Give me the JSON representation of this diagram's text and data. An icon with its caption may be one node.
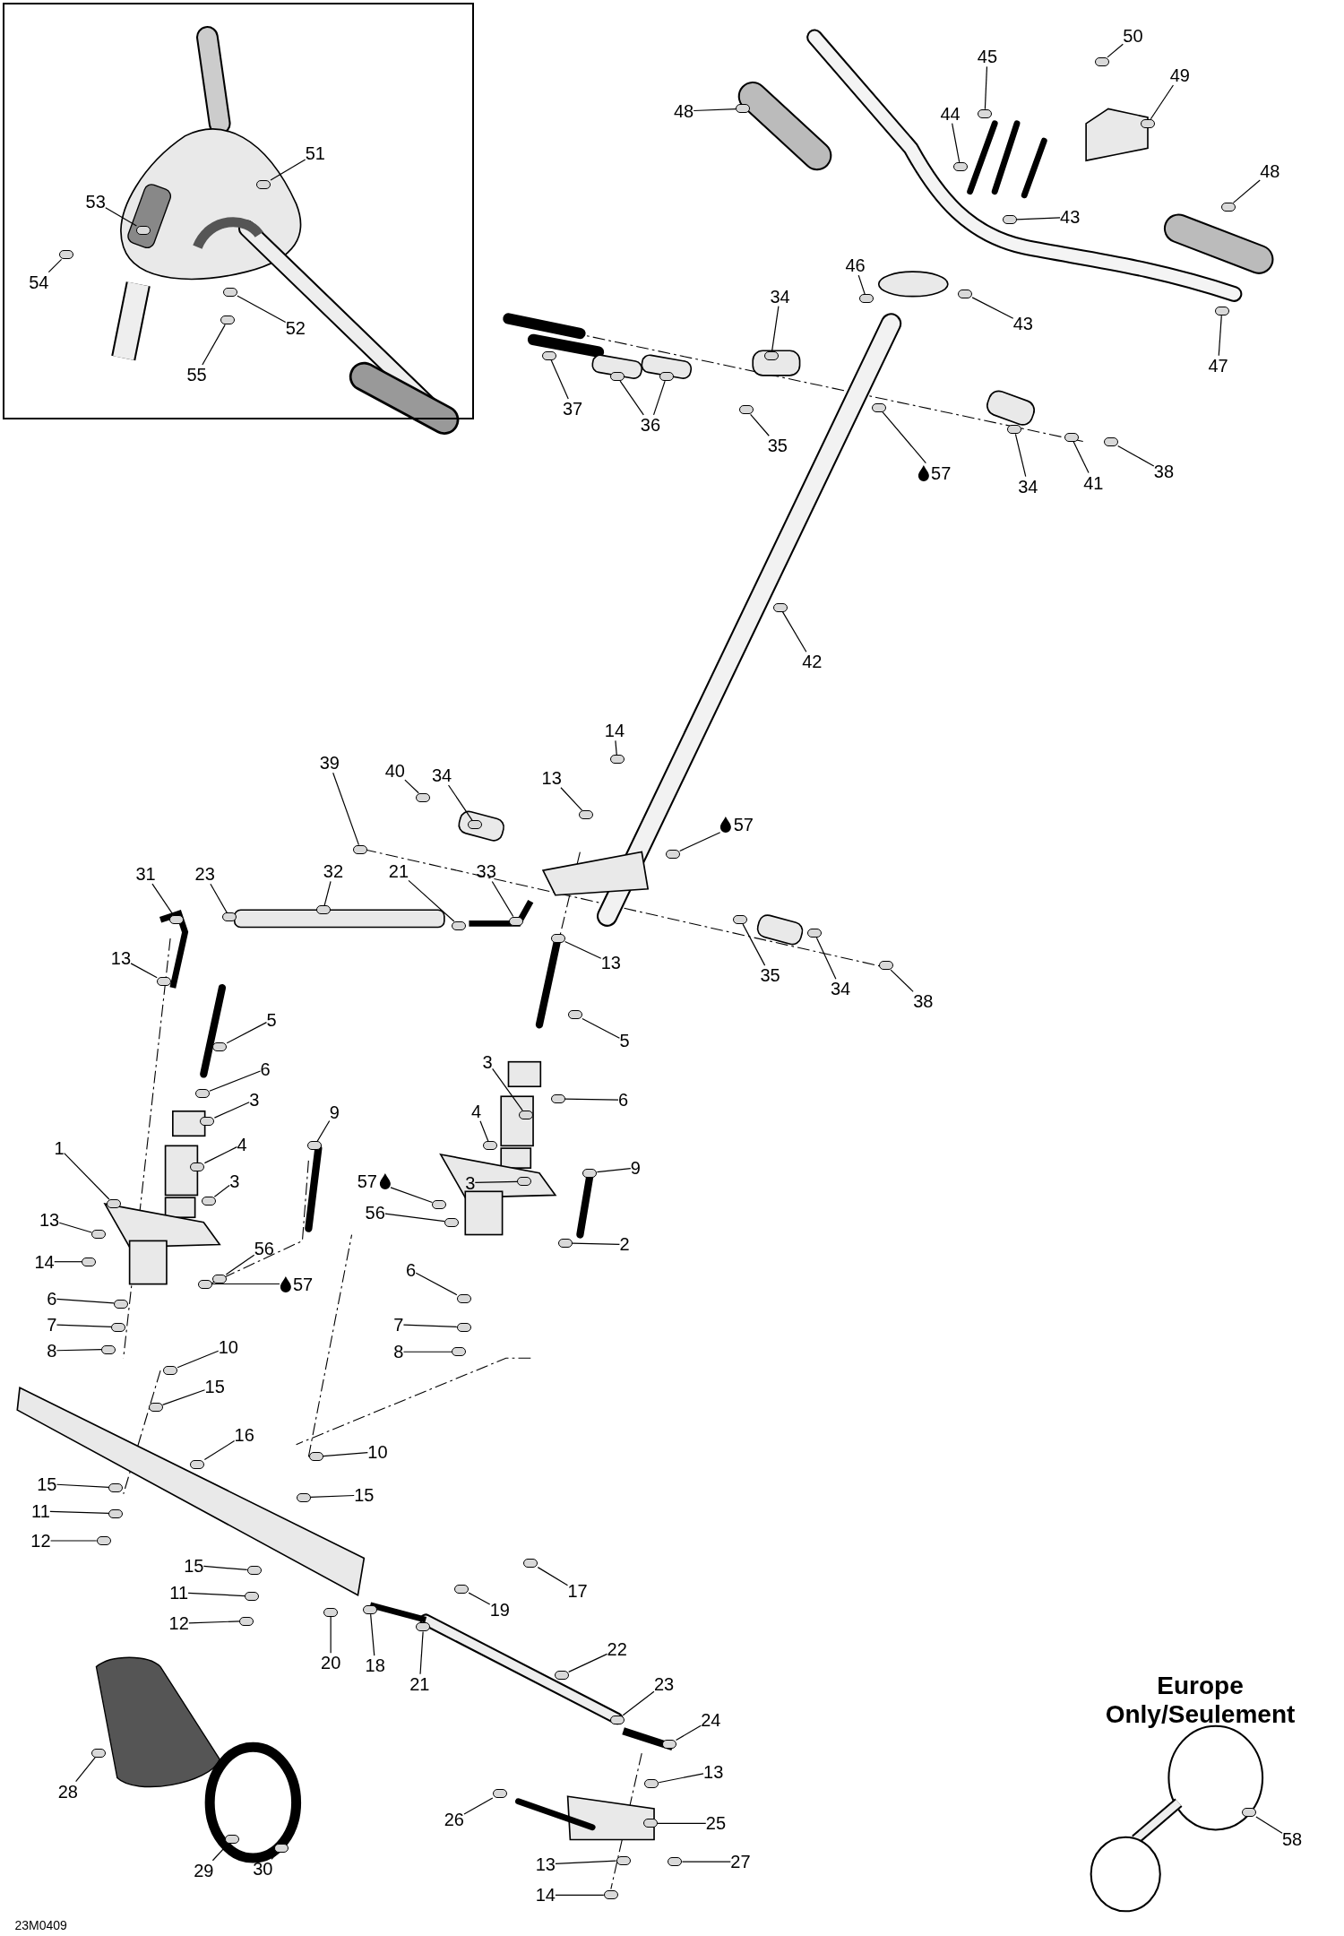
{
  "diagram": {
    "nodes": [
      {
        "text": [],
        "shape": "box"
      },
      {
        "text": [
          "51"
        ],
        "in": 0
      },
      {
        "text": [
          "53"
        ],
        "in": 0
      },
      {
        "text": [
          "54"
        ],
        "in": 0
      },
      {
        "text": [
          "52"
        ],
        "in": 0
      },
      {
        "text": [
          "55"
        ],
        "in": 0
      },
      {
        "text": [
          "50"
        ]
      },
      {
        "text": [
          "49"
        ]
      },
      {
        "text": [
          "45"
        ]
      },
      {
        "text": [
          "48"
        ]
      },
      {
        "text": [
          "44"
        ]
      },
      {
        "text": [
          "48"
        ]
      },
      {
        "text": [
          "43"
        ]
      },
      {
        "text": [
          "46"
        ]
      },
      {
        "text": [
          "43"
        ]
      },
      {
        "text": [
          "47"
        ]
      },
      {
        "text": [
          "34"
        ]
      },
      {
        "text": [
          "37"
        ]
      },
      {
        "text": [
          "36"
        ]
      },
      {
        "text": [
          "35"
        ]
      },
      {
        "text": [
          "57"
        ]
      },
      {
        "text": [
          "34"
        ]
      },
      {
        "text": [
          "41"
        ]
      },
      {
        "text": [
          "38"
        ]
      },
      {
        "text": [
          "42"
        ]
      },
      {
        "text": [
          "14"
        ]
      },
      {
        "text": [
          "13"
        ]
      },
      {
        "text": [
          "57"
        ]
      },
      {
        "text": [
          "39"
        ]
      },
      {
        "text": [
          "40"
        ]
      },
      {
        "text": [
          "34"
        ]
      },
      {
        "text": [
          "31"
        ]
      },
      {
        "text": [
          "23"
        ]
      },
      {
        "text": [
          "32"
        ]
      },
      {
        "text": [
          "21"
        ]
      },
      {
        "text": [
          "33"
        ]
      },
      {
        "text": [
          "13"
        ]
      },
      {
        "text": [
          "35"
        ]
      },
      {
        "text": [
          "34"
        ]
      },
      {
        "text": [
          "38"
        ]
      },
      {
        "text": [
          "13"
        ]
      },
      {
        "text": [
          "5"
        ]
      },
      {
        "text": [
          "5"
        ]
      },
      {
        "text": [
          "6"
        ]
      },
      {
        "text": [
          "3"
        ]
      },
      {
        "text": [
          "3"
        ]
      },
      {
        "text": [
          "6"
        ]
      },
      {
        "text": [
          "4"
        ]
      },
      {
        "text": [
          "9"
        ]
      },
      {
        "text": [
          "4"
        ]
      },
      {
        "text": [
          "57"
        ]
      },
      {
        "text": [
          "3"
        ]
      },
      {
        "text": [
          "9"
        ]
      },
      {
        "text": [
          "1"
        ]
      },
      {
        "text": [
          "56"
        ]
      },
      {
        "text": [
          "3"
        ]
      },
      {
        "text": [
          "13"
        ]
      },
      {
        "text": [
          "56"
        ]
      },
      {
        "text": [
          "57"
        ]
      },
      {
        "text": [
          "2"
        ]
      },
      {
        "text": [
          "14"
        ]
      },
      {
        "text": [
          "6"
        ]
      },
      {
        "text": [
          "6"
        ]
      },
      {
        "text": [
          "7"
        ]
      },
      {
        "text": [
          "7"
        ]
      },
      {
        "text": [
          "8"
        ]
      },
      {
        "text": [
          "8"
        ]
      },
      {
        "text": [
          "10"
        ]
      },
      {
        "text": [
          "15"
        ]
      },
      {
        "text": [
          "16"
        ]
      },
      {
        "text": [
          "10"
        ]
      },
      {
        "text": [
          "15"
        ]
      },
      {
        "text": [
          "15"
        ]
      },
      {
        "text": [
          "11"
        ]
      },
      {
        "text": [
          "12"
        ]
      },
      {
        "text": [
          "15"
        ]
      },
      {
        "text": [
          "17"
        ]
      },
      {
        "text": [
          "11"
        ]
      },
      {
        "text": [
          "19"
        ]
      },
      {
        "text": [
          "12"
        ]
      },
      {
        "text": [
          "20"
        ]
      },
      {
        "text": [
          "18"
        ]
      },
      {
        "text": [
          "21"
        ]
      },
      {
        "text": [
          "22"
        ]
      },
      {
        "text": [
          "23"
        ]
      },
      {
        "text": [
          "24"
        ]
      },
      {
        "text": [
          "13"
        ]
      },
      {
        "text": [
          "25"
        ]
      },
      {
        "text": [
          "26"
        ]
      },
      {
        "text": [
          "13"
        ]
      },
      {
        "text": [
          "27"
        ]
      },
      {
        "text": [
          "14"
        ]
      },
      {
        "text": [
          "28"
        ]
      },
      {
        "text": [
          "29"
        ]
      },
      {
        "text": [
          "30"
        ]
      },
      {
        "text": [
          "Europe Only/Seulement"
        ]
      },
      {
        "text": [
          "58"
        ],
        "in": 95
      },
      {
        "text": [],
        "shape": "circle",
        "in": 0
      },
      {
        "text": [],
        "shape": "circle",
        "in": 0
      },
      {
        "text": [],
        "shape": "circle",
        "in": 0
      },
      {
        "text": [],
        "shape": "circle",
        "in": 0
      },
      {
        "text": [],
        "shape": "circle",
        "in": 0
      },
      {
        "text": [],
        "shape": "circle"
      },
      {
        "text": [],
        "shape": "circle"
      },
      {
        "text": [],
        "shape": "circle"
      },
      {
        "text": [],
        "shape": "circle"
      },
      {
        "text": [],
        "shape": "circle"
      },
      {
        "text": [],
        "shape": "circle"
      },
      {
        "text": [],
        "shape": "circle"
      },
      {
        "text": [],
        "shape": "circle"
      },
      {
        "text": [],
        "shape": "circle"
      },
      {
        "text": [],
        "shape": "circle"
      },
      {
        "text": [],
        "shape": "circle"
      },
      {
        "text": [],
        "shape": "circle"
      },
      {
        "text": [],
        "shape": "circle"
      },
      {
        "text": [],
        "shape": "circle"
      },
      {
        "text": [],
        "shape": "circle"
      },
      {
        "text": [],
        "shape": "circle"
      },
      {
        "text": [],
        "shape": "circle"
      },
      {
        "text": [],
        "shape": "circle"
      },
      {
        "text": [],
        "shape": "circle"
      },
      {
        "text": [],
        "shape": "circle"
      },
      {
        "text": [],
        "shape": "circle"
      },
      {
        "text": [],
        "shape": "circle"
      },
      {
        "text": [],
        "shape": "circle"
      },
      {
        "text": [],
        "shape": "circle"
      },
      {
        "text": [],
        "shape": "circle"
      },
      {
        "text": [],
        "shape": "circle"
      },
      {
        "text": [],
        "shape": "circle"
      },
      {
        "text": [],
        "shape": "circle"
      },
      {
        "text": [],
        "shape": "circle"
      },
      {
        "text": [],
        "shape": "circle"
      },
      {
        "text": [],
        "shape": "circle"
      },
      {
        "text": [],
        "shape": "circle"
      },
      {
        "text": [],
        "shape": "circle"
      },
      {
        "text": [],
        "shape": "circle"
      },
      {
        "text": [],
        "shape": "circle"
      },
      {
        "text": [],
        "shape": "circle"
      },
      {
        "text": [],
        "shape": "circle"
      },
      {
        "text": [],
        "shape": "circle"
      },
      {
        "text": [],
        "shape": "circle"
      },
      {
        "text": [],
        "shape": "circle"
      },
      {
        "text": [],
        "shape": "circle"
      },
      {
        "text": [],
        "shape": "circle"
      },
      {
        "text": [],
        "shape": "circle"
      },
      {
        "text": [],
        "shape": "circle"
      },
      {
        "text": [],
        "shape": "circle"
      },
      {
        "text": [],
        "shape": "circle"
      },
      {
        "text": [],
        "shape": "circle"
      },
      {
        "text": [],
        "shape": "circle"
      },
      {
        "text": [],
        "shape": "circle"
      },
      {
        "text": [],
        "shape": "circle"
      },
      {
        "text": [],
        "shape": "circle"
      },
      {
        "text": [],
        "shape": "circle"
      },
      {
        "text": [],
        "shape": "circle"
      },
      {
        "text": [],
        "shape": "circle"
      },
      {
        "text": [],
        "shape": "circle"
      },
      {
        "text": [],
        "shape": "circle"
      },
      {
        "text": [],
        "shape": "circle"
      },
      {
        "text": [],
        "shape": "circle"
      },
      {
        "text": [],
        "shape": "circle"
      },
      {
        "text": [],
        "shape": "circle"
      },
      {
        "text": [],
        "shape": "circle"
      },
      {
        "text": [],
        "shape": "circle"
      },
      {
        "text": [],
        "shape": "circle"
      },
      {
        "text": [],
        "shape": "circle"
      },
      {
        "text": [],
        "shape": "circle"
      },
      {
        "text": [],
        "shape": "circle"
      },
      {
        "text": [],
        "shape": "circle"
      },
      {
        "text": [],
        "shape": "circle"
      },
      {
        "text": [],
        "shape": "circle"
      },
      {
        "text": [],
        "shape": "circle"
      },
      {
        "text": [],
        "shape": "circle"
      },
      {
        "text": [],
        "shape": "circle"
      },
      {
        "text": [],
        "shape": "circle"
      },
      {
        "text": [],
        "shape": "circle"
      },
      {
        "text": [],
        "shape": "circle"
      },
      {
        "text": [],
        "shape": "circle"
      },
      {
        "text": [],
        "shape": "circle"
      },
      {
        "text": [],
        "shape": "circle"
      },
      {
        "text": [],
        "shape": "circle"
      },
      {
        "text": [],
        "shape": "circle"
      },
      {
        "text": [],
        "shape": "circle"
      },
      {
        "text": [],
        "shape": "circle"
      },
      {
        "text": [],
        "shape": "circle"
      },
      {
        "text": [],
        "shape": "circle"
      },
      {
        "text": [],
        "shape": "circle"
      },
      {
        "text": [],
        "shape": "circle"
      },
      {
        "text": [],
        "shape": "circle"
      },
      {
        "text": [],
        "shape": "circle"
      },
      {
        "text": [],
        "shape": "circle"
      },
      {
        "text": [],
        "shape": "circle"
      },
      {
        "text": [],
        "shape": "circle",
        "in": 95
      }
    ],
    "edges": [
      {
        "from": 1,
        "to": 97,
        "arrow": "none"
      },
      {
        "from": 2,
        "to": 98,
        "arrow": "none"
      },
      {
        "from": 3,
        "to": 99,
        "arrow": "none"
      },
      {
        "from": 4,
        "to": 100,
        "arrow": "none"
      },
      {
        "from": 5,
        "to": 101,
        "arrow": "none"
      },
      {
        "from": 6,
        "to": 102,
        "arrow": "none"
      },
      {
        "from": 7,
        "to": 103,
        "arrow": "none"
      },
      {
        "from": 8,
        "to": 104,
        "arrow": "none"
      },
      {
        "from": 9,
        "to": 105,
        "arrow": "none"
      },
      {
        "from": 10,
        "to": 106,
        "arrow": "none"
      },
      {
        "from": 11,
        "to": 107,
        "arrow": "none"
      },
      {
        "from": 12,
        "to": 108,
        "arrow": "none"
      },
      {
        "from": 13,
        "to": 109,
        "arrow": "none"
      },
      {
        "from": 14,
        "to": 110,
        "arrow": "none"
      },
      {
        "from": 15,
        "to": 111,
        "arrow": "none"
      },
      {
        "from": 16,
        "to": 112,
        "arrow": "none"
      },
      {
        "from": 17,
        "to": 113,
        "arrow": "none"
      },
      {
        "from": 18,
        "to": 114,
        "arrow": "none"
      },
      {
        "from": 18,
        "to": 115,
        "arrow": "none"
      },
      {
        "from": 19,
        "to": 116,
        "arrow": "none"
      },
      {
        "from": 20,
        "to": 117,
        "arrow": "none"
      },
      {
        "from": 21,
        "to": 118,
        "arrow": "none"
      },
      {
        "from": 22,
        "to": 119,
        "arrow": "none"
      },
      {
        "from": 23,
        "to": 120,
        "arrow": "none"
      },
      {
        "from": 24,
        "to": 121,
        "arrow": "none"
      },
      {
        "from": 25,
        "to": 122,
        "arrow": "none"
      },
      {
        "from": 26,
        "to": 123,
        "arrow": "none"
      },
      {
        "from": 27,
        "to": 124,
        "arrow": "none"
      },
      {
        "from": 28,
        "to": 125,
        "arrow": "none"
      },
      {
        "from": 29,
        "to": 126,
        "arrow": "none"
      },
      {
        "from": 30,
        "to": 127,
        "arrow": "none"
      },
      {
        "from": 31,
        "to": 128,
        "arrow": "none"
      },
      {
        "from": 32,
        "to": 129,
        "arrow": "none"
      },
      {
        "from": 33,
        "to": 130,
        "arrow": "none"
      },
      {
        "from": 34,
        "to": 131,
        "arrow": "none"
      },
      {
        "from": 35,
        "to": 132,
        "arrow": "none"
      },
      {
        "from": 36,
        "to": 133,
        "arrow": "none"
      },
      {
        "from": 37,
        "to": 134,
        "arrow": "none"
      },
      {
        "from": 38,
        "to": 135,
        "arrow": "none"
      },
      {
        "from": 39,
        "to": 136,
        "arrow": "none"
      },
      {
        "from": 40,
        "to": 137,
        "arrow": "none"
      },
      {
        "from": 41,
        "to": 138,
        "arrow": "none"
      },
      {
        "from": 42,
        "to": 139,
        "arrow": "none"
      },
      {
        "from": 43,
        "to": 140,
        "arrow": "none"
      },
      {
        "from": 44,
        "to": 141,
        "arrow": "none"
      },
      {
        "from": 45,
        "to": 142,
        "arrow": "none"
      },
      {
        "from": 46,
        "to": 143,
        "arrow": "none"
      },
      {
        "from": 47,
        "to": 144,
        "arrow": "none"
      },
      {
        "from": 48,
        "to": 145,
        "arrow": "none"
      },
      {
        "from": 49,
        "to": 146,
        "arrow": "none"
      },
      {
        "from": 50,
        "to": 147,
        "arrow": "none"
      },
      {
        "from": 51,
        "to": 148,
        "arrow": "none"
      },
      {
        "from": 52,
        "to": 149,
        "arrow": "none"
      },
      {
        "from": 53,
        "to": 150,
        "arrow": "none"
      },
      {
        "from": 54,
        "to": 151,
        "arrow": "none"
      },
      {
        "from": 55,
        "to": 152,
        "arrow": "none"
      },
      {
        "from": 56,
        "to": 153,
        "arrow": "none"
      },
      {
        "from": 57,
        "to": 154,
        "arrow": "none"
      },
      {
        "from": 58,
        "to": 155,
        "arrow": "none"
      },
      {
        "from": 59,
        "to": 156,
        "arrow": "none"
      },
      {
        "from": 60,
        "to": 157,
        "arrow": "none"
      },
      {
        "from": 61,
        "to": 158,
        "arrow": "none"
      },
      {
        "from": 62,
        "to": 159,
        "arrow": "none"
      },
      {
        "from": 63,
        "to": 160,
        "arrow": "none"
      },
      {
        "from": 64,
        "to": 161,
        "arrow": "none"
      },
      {
        "from": 65,
        "to": 162,
        "arrow": "none"
      },
      {
        "from": 66,
        "to": 163,
        "arrow": "none"
      },
      {
        "from": 67,
        "to": 164,
        "arrow": "none"
      },
      {
        "from": 68,
        "to": 165,
        "arrow": "none"
      },
      {
        "from": 69,
        "to": 166,
        "arrow": "none"
      },
      {
        "from": 70,
        "to": 167,
        "arrow": "none"
      },
      {
        "from": 71,
        "to": 168,
        "arrow": "none"
      },
      {
        "from": 72,
        "to": 169,
        "arrow": "none"
      },
      {
        "from": 73,
        "to": 170,
        "arrow": "none"
      },
      {
        "from": 74,
        "to": 171,
        "arrow": "none"
      },
      {
        "from": 75,
        "to": 172,
        "arrow": "none"
      },
      {
        "from": 76,
        "to": 173,
        "arrow": "none"
      },
      {
        "from": 77,
        "to": 174,
        "arrow": "none"
      },
      {
        "from": 78,
        "to": 175,
        "arrow": "none"
      },
      {
        "from": 79,
        "to": 176,
        "arrow": "none"
      },
      {
        "from": 80,
        "to": 177,
        "arrow": "none"
      },
      {
        "from": 81,
        "to": 178,
        "arrow": "none"
      },
      {
        "from": 82,
        "to": 179,
        "arrow": "none"
      },
      {
        "from": 83,
        "to": 180,
        "arrow": "none"
      },
      {
        "from": 84,
        "to": 181,
        "arrow": "none"
      },
      {
        "from": 85,
        "to": 182,
        "arrow": "none"
      },
      {
        "from": 86,
        "to": 183,
        "arrow": "none"
      },
      {
        "from": 87,
        "to": 184,
        "arrow": "none"
      },
      {
        "from": 88,
        "to": 185,
        "arrow": "none"
      },
      {
        "from": 89,
        "to": 186,
        "arrow": "none"
      },
      {
        "from": 90,
        "to": 187,
        "arrow": "none"
      },
      {
        "from": 91,
        "to": 188,
        "arrow": "none"
      },
      {
        "from": 92,
        "to": 189,
        "arrow": "none"
      },
      {
        "from": 93,
        "to": 190,
        "arrow": "none"
      },
      {
        "from": 94,
        "to": 191,
        "arrow": "none"
      },
      {
        "from": 96,
        "to": 192,
        "arrow": "none"
      }
    ],
    "labels": [
      "23M0409"
    ]
  }
}
